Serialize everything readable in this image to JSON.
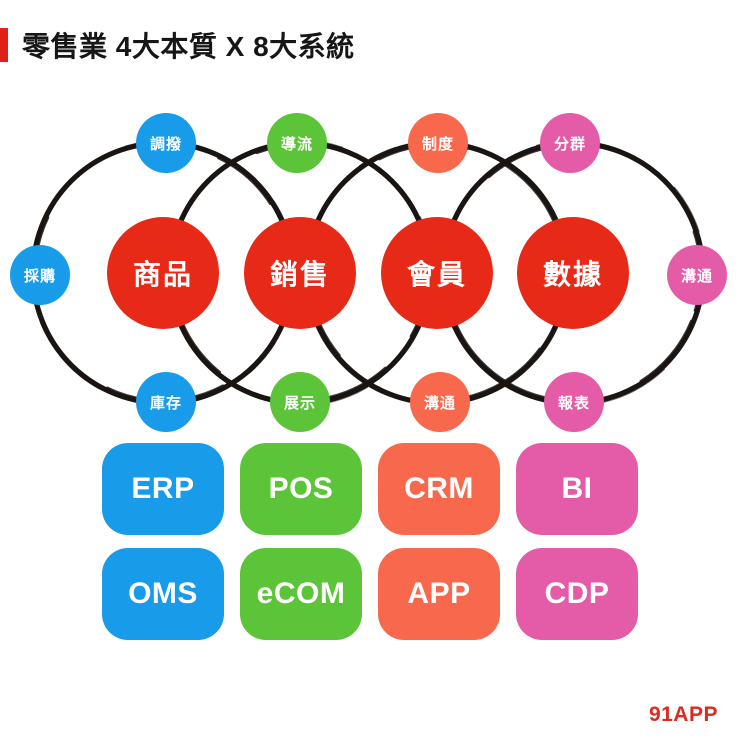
{
  "title": {
    "text": "零售業 4大本質 X 8大系統",
    "accent_color": "#e02017"
  },
  "ring_color": "#1a1512",
  "cores": [
    {
      "label": "商品",
      "color": "#e72a18"
    },
    {
      "label": "銷售",
      "color": "#e72a18"
    },
    {
      "label": "會員",
      "color": "#e72a18"
    },
    {
      "label": "數據",
      "color": "#e72a18"
    }
  ],
  "satellites": [
    {
      "label": "調撥",
      "color": "#189be8"
    },
    {
      "label": "導流",
      "color": "#5cc438"
    },
    {
      "label": "制度",
      "color": "#f8684c"
    },
    {
      "label": "分群",
      "color": "#e45ba7"
    },
    {
      "label": "採購",
      "color": "#189be8"
    },
    {
      "label": "溝通",
      "color": "#e45ba7"
    },
    {
      "label": "庫存",
      "color": "#189be8"
    },
    {
      "label": "展示",
      "color": "#5cc438"
    },
    {
      "label": "溝通",
      "color": "#f8684c"
    },
    {
      "label": "報表",
      "color": "#e45ba7"
    }
  ],
  "systems": [
    {
      "label": "ERP",
      "color": "#189be8"
    },
    {
      "label": "POS",
      "color": "#5cc438"
    },
    {
      "label": "CRM",
      "color": "#f8684c"
    },
    {
      "label": "BI",
      "color": "#e45ba7"
    },
    {
      "label": "OMS",
      "color": "#189be8"
    },
    {
      "label": "eCOM",
      "color": "#5cc438"
    },
    {
      "label": "APP",
      "color": "#f8684c"
    },
    {
      "label": "CDP",
      "color": "#e45ba7"
    }
  ],
  "footer": {
    "brand": "91APP",
    "color": "#dd2b23"
  }
}
